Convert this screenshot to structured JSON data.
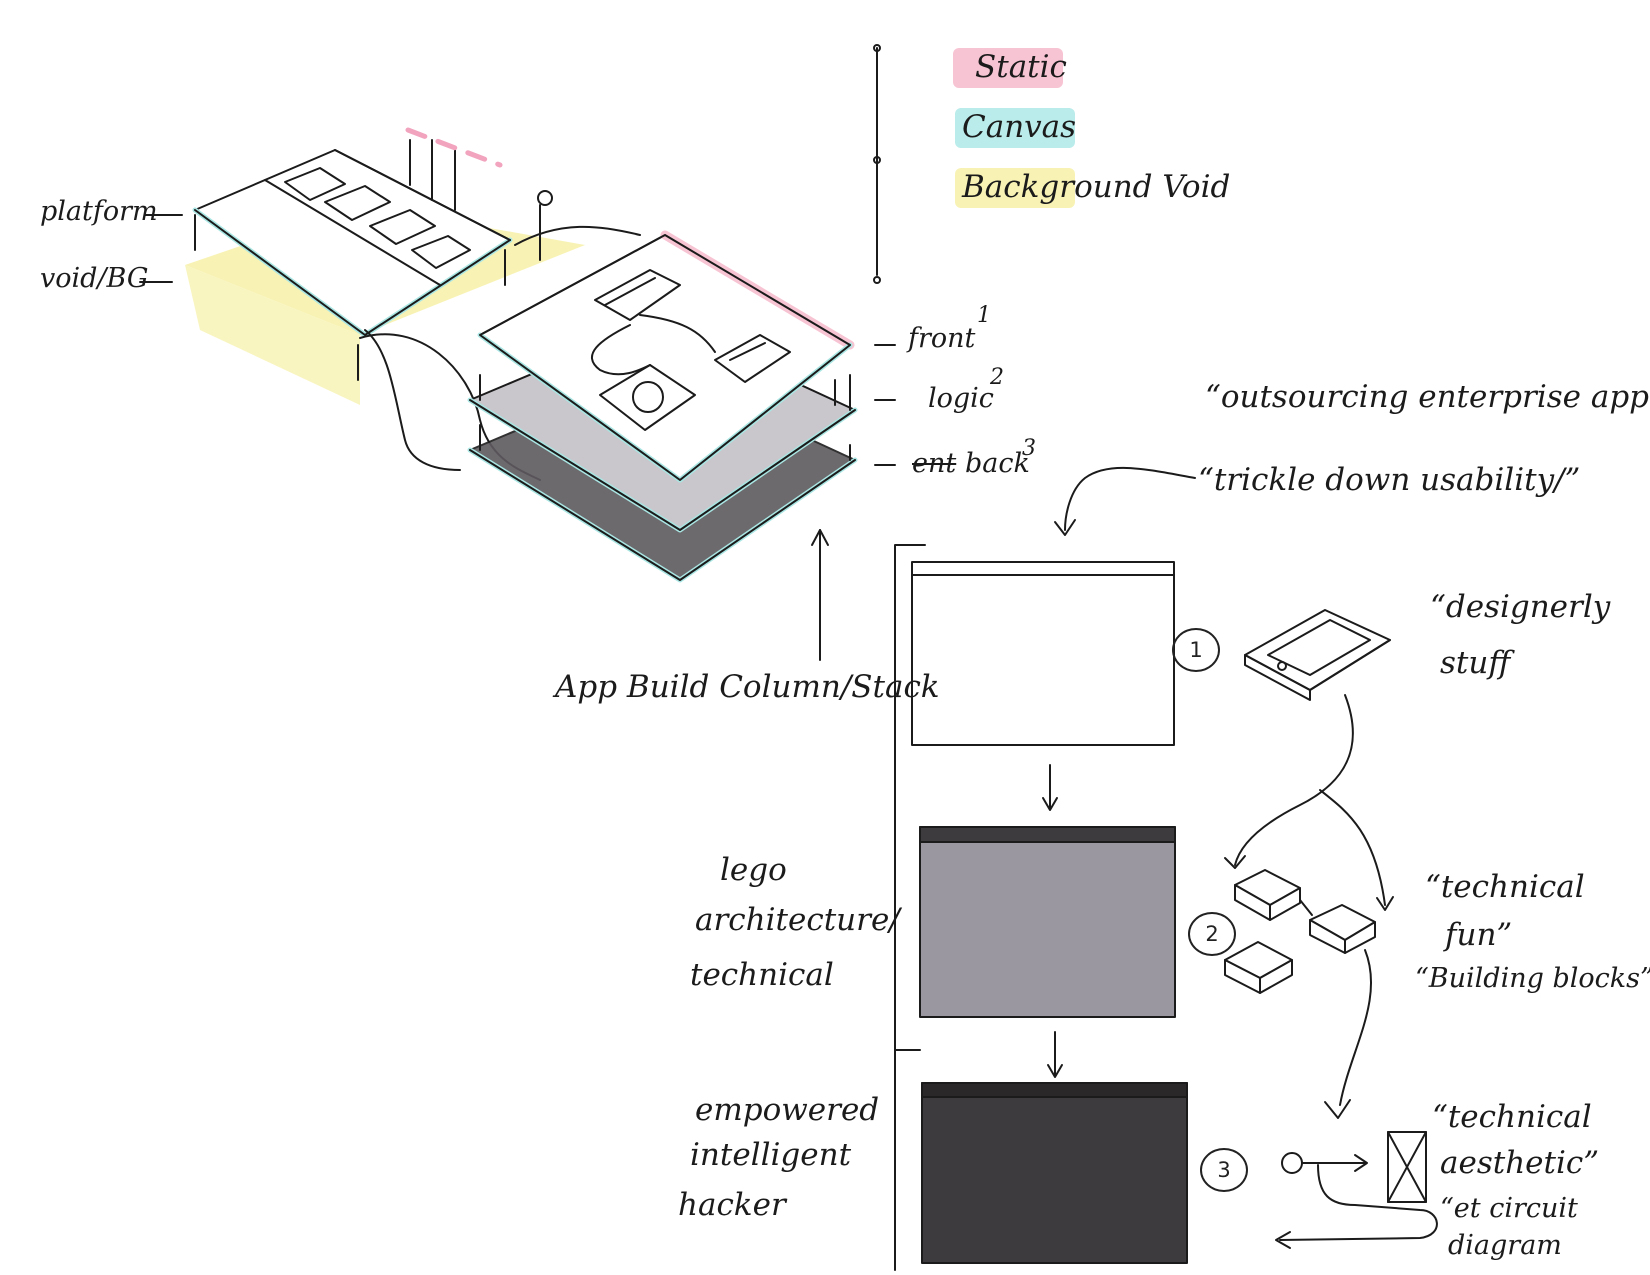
{
  "legend": {
    "static": {
      "label": "Static",
      "color": "#f7c4d3"
    },
    "canvas": {
      "label": "Canvas",
      "color": "#b9ecea"
    },
    "background_void": {
      "label": "Background Void",
      "color": "#f8f3b5"
    }
  },
  "colors": {
    "ink": "#1b1b1b",
    "logic_gray": "#9b97a1",
    "back_gray": "#5e5a5f",
    "dark_gray": "#3d3b3d"
  },
  "left_sketch": {
    "platform_label": "platform",
    "void_label": "void/BG"
  },
  "stack_sketch": {
    "front_label": "front",
    "front_num": "1",
    "logic_label": "logic",
    "logic_num": "2",
    "back_struck": "ent",
    "back_label": "back",
    "back_num": "3",
    "caption": "App Build Column/Stack"
  },
  "quotes": {
    "q1": "“outsourcing enterprise app dev”",
    "q2": "“trickle down usability/”"
  },
  "tiers": [
    {
      "num": "1",
      "quote_line1": "“designerly",
      "quote_line2": "stuff"
    },
    {
      "num": "2",
      "side_line1": "lego",
      "side_line2": "architecture/",
      "side_line3": "technical",
      "quote_line1": "“technical",
      "quote_line2": "fun”",
      "quote_line3": "“Building blocks”"
    },
    {
      "num": "3",
      "side_line1": "empowered",
      "side_line2": "intelligent",
      "side_line3": "hacker",
      "quote_line1": "“technical",
      "quote_line2": "aesthetic”",
      "quote_line3": "“et circuit",
      "quote_line4": "diagram"
    }
  ]
}
